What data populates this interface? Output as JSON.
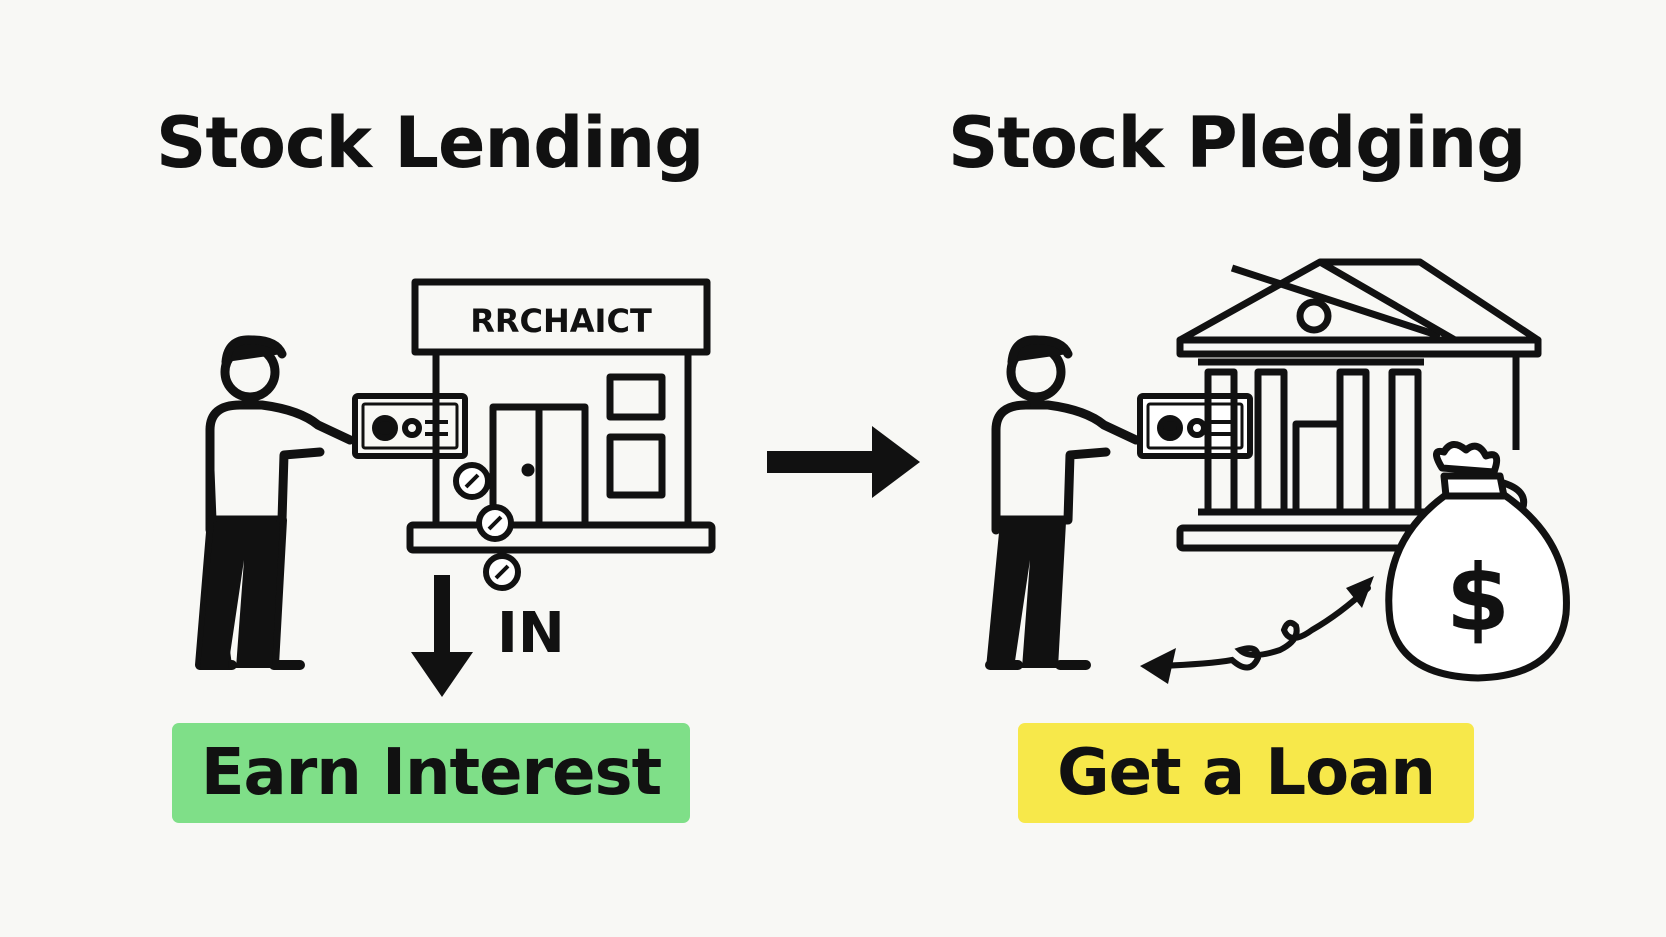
{
  "left_panel": {
    "title": "Stock Lending",
    "building_sign": "RRCHAICT",
    "arrow_label": "IN",
    "result": "Earn Interest",
    "result_color": "#7fdf88"
  },
  "right_panel": {
    "title": "Stock Pledging",
    "bag_symbol": "$",
    "result": "Get a Loan",
    "result_color": "#f7e84a"
  },
  "icons": [
    "person-icon",
    "stock-certificate-icon",
    "store-building-icon",
    "coin-icon",
    "down-arrow-icon",
    "right-arrow-icon",
    "bank-building-icon",
    "money-bag-icon",
    "curved-double-arrow-icon"
  ]
}
